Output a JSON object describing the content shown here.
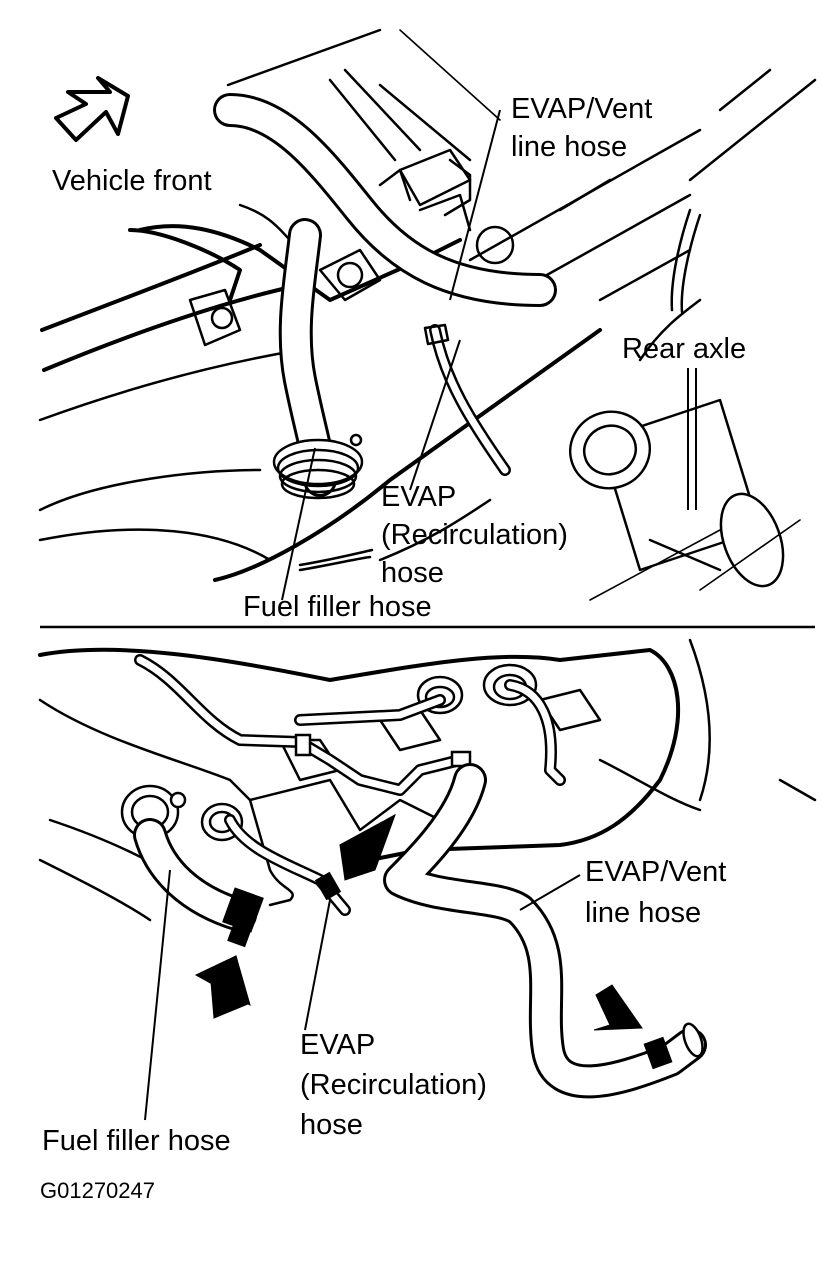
{
  "figure_id": "G01270247",
  "upper_view": {
    "labels": {
      "vehicle_front": "Vehicle front",
      "evap_vent_line_1": "EVAP/Vent",
      "evap_vent_line_2": "line hose",
      "rear_axle": "Rear axle",
      "evap_recirc_1": "EVAP",
      "evap_recirc_2": "(Recirculation)",
      "evap_recirc_3": "hose",
      "fuel_filler": "Fuel filler hose"
    }
  },
  "lower_view": {
    "labels": {
      "evap_vent_line_1": "EVAP/Vent",
      "evap_vent_line_2": "line hose",
      "evap_recirc_1": "EVAP",
      "evap_recirc_2": "(Recirculation)",
      "evap_recirc_3": "hose",
      "fuel_filler": "Fuel filler hose"
    }
  },
  "icons": [
    "outline-arrow-icon",
    "solid-arrow-icon"
  ]
}
